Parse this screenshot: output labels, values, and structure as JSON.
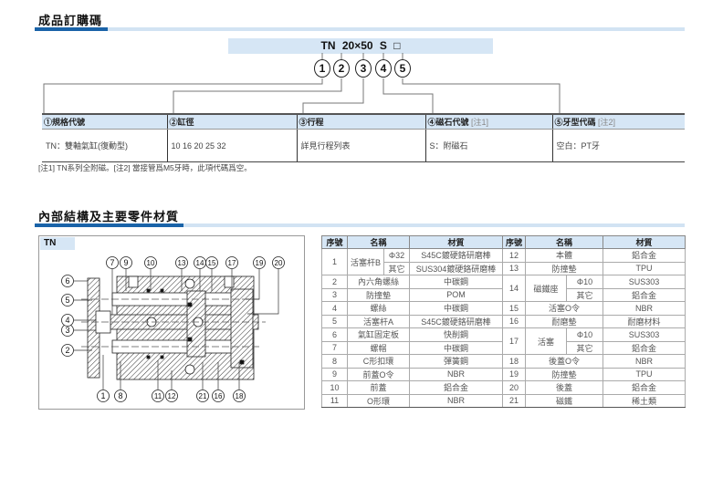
{
  "order": {
    "title": "成品訂購碼",
    "code": {
      "parts": [
        "TN",
        "20×50",
        "S",
        "□"
      ]
    },
    "circles": [
      "1",
      "2",
      "3",
      "4",
      "5"
    ],
    "headers": [
      {
        "label": "①規格代號",
        "note": ""
      },
      {
        "label": "②缸徑",
        "note": ""
      },
      {
        "label": "③行程",
        "note": ""
      },
      {
        "label": "④磁石代號",
        "note": "[注1]"
      },
      {
        "label": "⑤牙型代碼",
        "note": "[注2]"
      }
    ],
    "values": [
      "TN：雙軸氣缸(復動型)",
      "10 16 20 25 32",
      "詳見行程列表",
      "S：附磁石",
      "空白：PT牙"
    ],
    "footnote": "[注1] TN系列全附磁。[注2] 當接管爲M5牙時，此項代碼爲空。"
  },
  "structure": {
    "title": "內部結構及主要零件材質",
    "diagram_label": "TN",
    "callouts": [
      "1",
      "2",
      "3",
      "4",
      "5",
      "6",
      "7",
      "8",
      "9",
      "10",
      "11",
      "12",
      "13",
      "14",
      "15",
      "16",
      "17",
      "18",
      "19",
      "20",
      "21"
    ]
  },
  "parts_table": {
    "headers": [
      "序號",
      "名稱",
      "材質",
      "序號",
      "名稱",
      "材質"
    ],
    "left": [
      {
        "no": "1",
        "name": "活塞杆B",
        "sub": [
          {
            "spec": "Φ32",
            "material": "S45C鍍硬鉻研磨棒"
          },
          {
            "spec": "其它",
            "material": "SUS304鍍硬鉻研磨棒"
          }
        ]
      },
      {
        "no": "2",
        "name": "內六角螺絲",
        "material": "中碳鋼"
      },
      {
        "no": "3",
        "name": "防撞墊",
        "material": "POM"
      },
      {
        "no": "4",
        "name": "螺絲",
        "material": "中碳鋼"
      },
      {
        "no": "5",
        "name": "活塞杆A",
        "material": "S45C鍍硬鉻研磨棒"
      },
      {
        "no": "6",
        "name": "氣缸固定板",
        "material": "快削鋼"
      },
      {
        "no": "7",
        "name": "螺帽",
        "material": "中碳鋼"
      },
      {
        "no": "8",
        "name": "C形扣環",
        "material": "彈簧鋼"
      },
      {
        "no": "9",
        "name": "前蓋O令",
        "material": "NBR"
      },
      {
        "no": "10",
        "name": "前蓋",
        "material": "鋁合金"
      },
      {
        "no": "11",
        "name": "O形環",
        "material": "NBR"
      }
    ],
    "right": [
      {
        "no": "12",
        "name": "本體",
        "material": "鋁合金"
      },
      {
        "no": "13",
        "name": "防撞墊",
        "material": "TPU"
      },
      {
        "no": "14",
        "name": "磁鐵座",
        "sub": [
          {
            "spec": "Φ10",
            "material": "SUS303"
          },
          {
            "spec": "其它",
            "material": "鋁合金"
          }
        ]
      },
      {
        "no": "15",
        "name": "活塞O令",
        "material": "NBR"
      },
      {
        "no": "16",
        "name": "耐磨墊",
        "material": "耐磨材料"
      },
      {
        "no": "17",
        "name": "活塞",
        "sub": [
          {
            "spec": "Φ10",
            "material": "SUS303"
          },
          {
            "spec": "其它",
            "material": "鋁合金"
          }
        ]
      },
      {
        "no": "18",
        "name": "後蓋O令",
        "material": "NBR"
      },
      {
        "no": "19",
        "name": "防撞墊",
        "material": "TPU"
      },
      {
        "no": "20",
        "name": "後蓋",
        "material": "鋁合金"
      },
      {
        "no": "21",
        "name": "磁鐵",
        "material": "稀土類"
      }
    ]
  }
}
